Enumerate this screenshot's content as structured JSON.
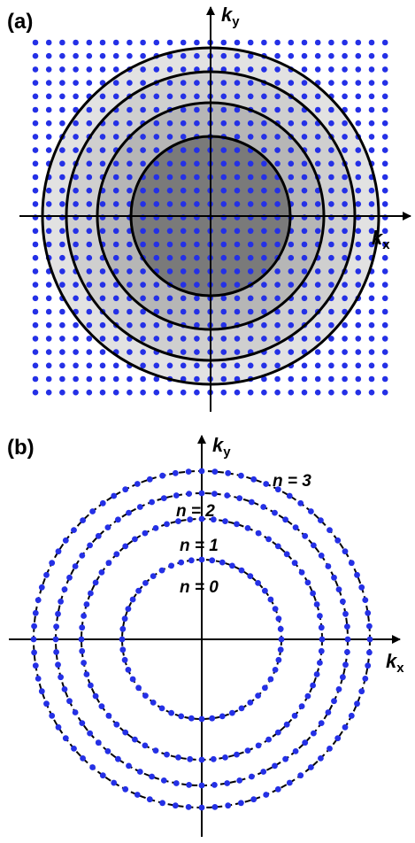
{
  "panel_a": {
    "label": "(a)",
    "axis_x": {
      "symbol": "k",
      "subscript": "x"
    },
    "axis_y": {
      "symbol": "k",
      "subscript": "y"
    }
  },
  "panel_b": {
    "label": "(b)",
    "axis_x": {
      "symbol": "k",
      "subscript": "x"
    },
    "axis_y": {
      "symbol": "k",
      "subscript": "y"
    },
    "levels": [
      {
        "label": "n = 0",
        "points": 48
      },
      {
        "label": "n = 1",
        "points": 64
      },
      {
        "label": "n = 2",
        "points": 72
      },
      {
        "label": "n = 3",
        "points": 80
      }
    ]
  },
  "colors": {
    "dot": "#2430e6",
    "ring_outer": "#e2e2e2",
    "ring_2": "#cfcfcf",
    "ring_1": "#b6b6b6",
    "disk_inner": "#7a7a7a",
    "line": "#000000"
  }
}
